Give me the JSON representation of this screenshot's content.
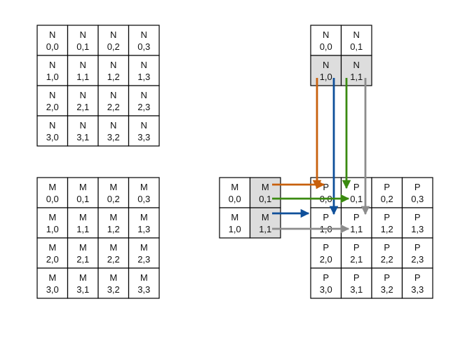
{
  "matrices": [
    {
      "id": "N-full",
      "letter": "N",
      "rows": 4,
      "cols": 4,
      "row_offset": 0,
      "highlight_rows": [],
      "highlight_cols": []
    },
    {
      "id": "M-full",
      "letter": "M",
      "rows": 4,
      "cols": 4,
      "row_offset": 0,
      "highlight_rows": [],
      "highlight_cols": []
    },
    {
      "id": "N-tile",
      "letter": "N",
      "rows": 2,
      "cols": 2,
      "row_offset": 0,
      "highlight_rows": [
        1
      ],
      "highlight_cols": []
    },
    {
      "id": "M-tile",
      "letter": "M",
      "rows": 2,
      "cols": 2,
      "row_offset": 0,
      "highlight_rows": [],
      "highlight_cols": [
        1
      ]
    },
    {
      "id": "P",
      "letter": "P",
      "rows": 4,
      "cols": 4,
      "row_offset": 0,
      "highlight_rows": [],
      "highlight_cols": []
    }
  ],
  "colors": {
    "highlight": "#dddddd",
    "orange": "#c8600c",
    "blue": "#0e4f9a",
    "green": "#3a8a10",
    "gray": "#8c8c8c"
  },
  "arrows": [
    {
      "from": "N 1,0",
      "to": "P 0,0",
      "color": "orange"
    },
    {
      "from": "N 1,0",
      "to": "P 1,0",
      "color": "blue"
    },
    {
      "from": "N 1,1",
      "to": "P 0,1",
      "color": "green"
    },
    {
      "from": "N 1,1",
      "to": "P 1,1",
      "color": "gray"
    },
    {
      "from": "M 0,1",
      "to": "P 0,0",
      "color": "orange"
    },
    {
      "from": "M 0,1",
      "to": "P 0,1",
      "color": "green"
    },
    {
      "from": "M 1,1",
      "to": "P 1,0",
      "color": "blue"
    },
    {
      "from": "M 1,1",
      "to": "P 1,1",
      "color": "gray"
    }
  ]
}
